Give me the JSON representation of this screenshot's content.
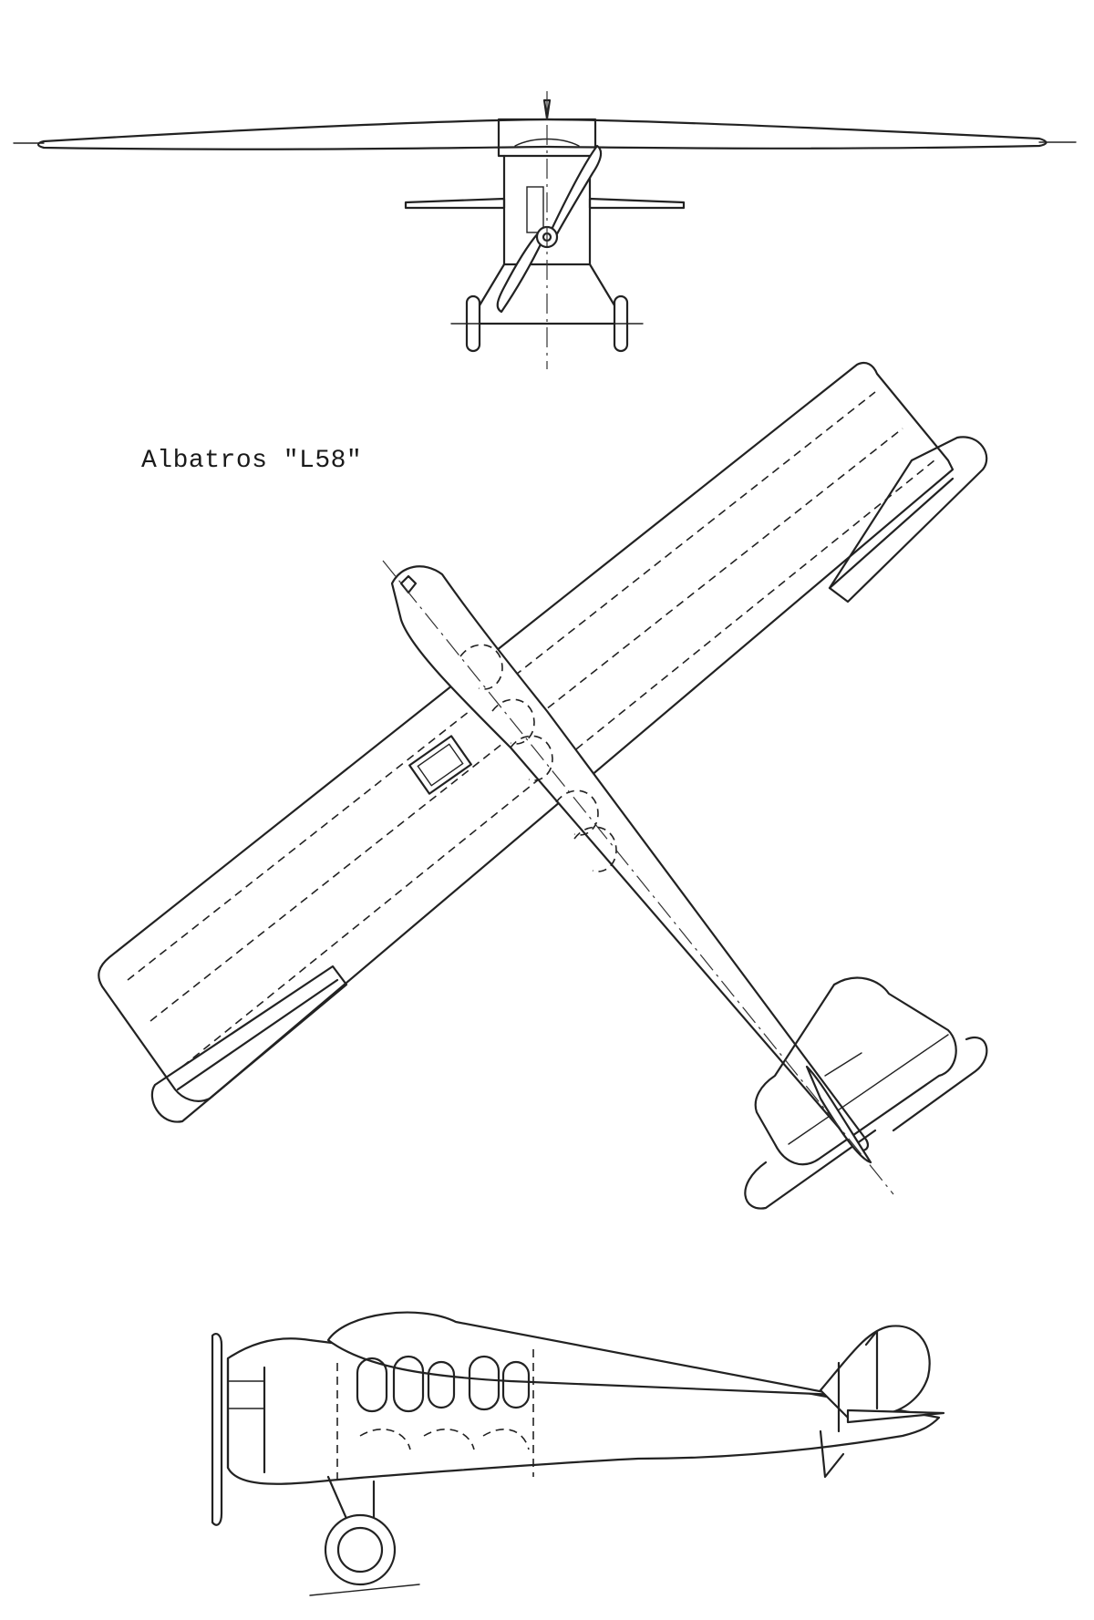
{
  "drawing": {
    "title": "Albatros \"L58\"",
    "views": [
      "front-view",
      "plan-view",
      "side-view"
    ]
  }
}
